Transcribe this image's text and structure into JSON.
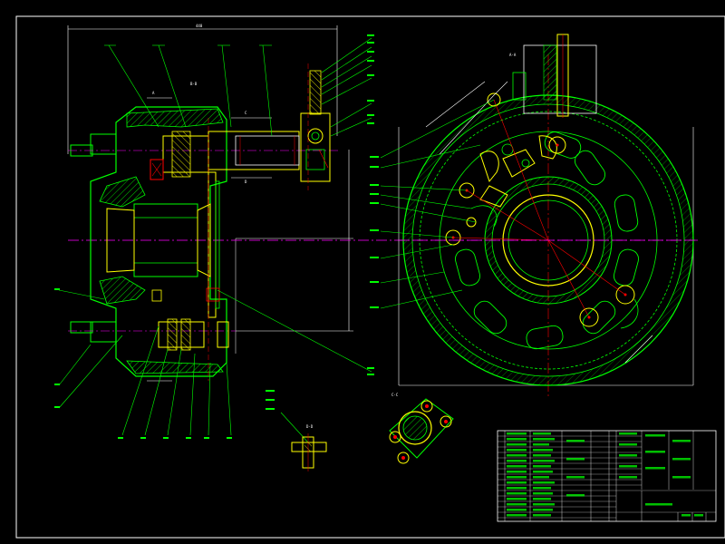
{
  "drawing": {
    "background": "#000000",
    "colors": {
      "frame": "#ffffff",
      "outline": "#00ff00",
      "section": "#ffff00",
      "centerline": "#ff00ff",
      "hidden": "#ff0000",
      "dimension": "#ffffff",
      "leader": "#00ff00",
      "hatch": "#00ff00"
    },
    "views": {
      "section_bb": "B-B",
      "section_aa": "A-A",
      "section_cc": "C-C",
      "section_dd": "D-D",
      "cut_mark_a": "A",
      "cut_mark_c": "C",
      "cut_mark_d": "D"
    }
  }
}
